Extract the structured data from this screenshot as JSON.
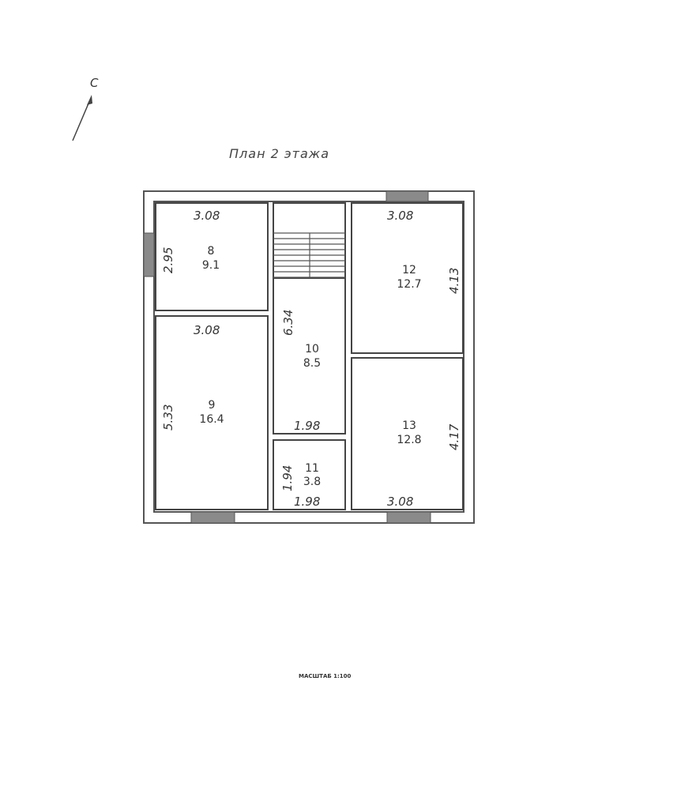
{
  "north_label": "С",
  "title": "План 2 этажа",
  "scale_label": "МАСШТАБ 1:100",
  "rooms": {
    "r8": {
      "number": "8",
      "area": "9.1",
      "width": "3.08",
      "height": "2.95"
    },
    "r9": {
      "number": "9",
      "area": "16.4",
      "width": "3.08",
      "height": "5.33"
    },
    "r10": {
      "number": "10",
      "area": "8.5",
      "width": "1.98",
      "height": "6.34"
    },
    "r11": {
      "number": "11",
      "area": "3.8",
      "width": "1.98",
      "height": "1.94"
    },
    "r12": {
      "number": "12",
      "area": "12.7",
      "width": "3.08",
      "height": "4.13"
    },
    "r13": {
      "number": "13",
      "area": "12.8",
      "width": "3.08",
      "height": "4.17"
    }
  }
}
